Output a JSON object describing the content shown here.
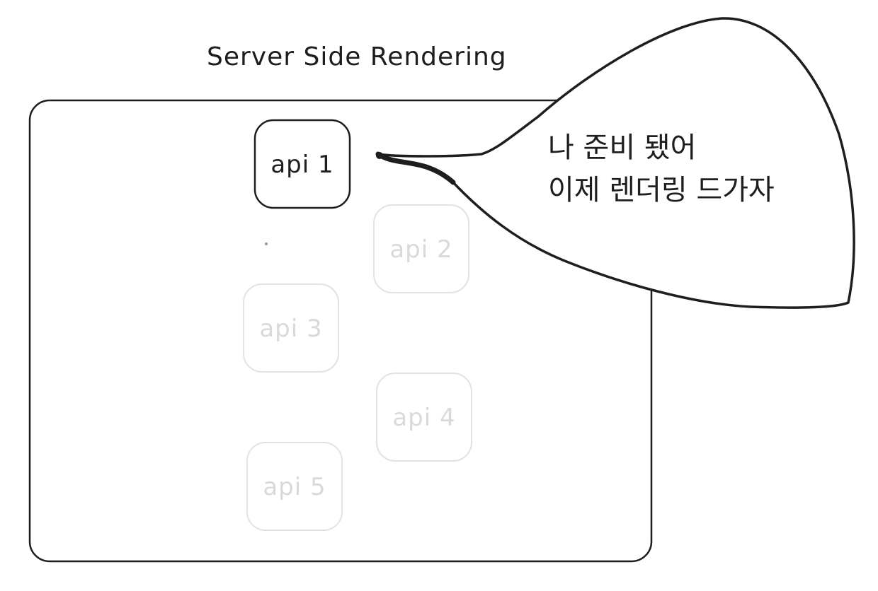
{
  "title": "Server Side Rendering",
  "api_boxes": [
    {
      "label": "api 1",
      "state": "active"
    },
    {
      "label": "api 2",
      "state": "faded"
    },
    {
      "label": "api 3",
      "state": "faded"
    },
    {
      "label": "api 4",
      "state": "faded"
    },
    {
      "label": "api 5",
      "state": "faded"
    }
  ],
  "speech_bubble": {
    "line1": "나 준비 됐어",
    "line2": "이제 렌더링 드가자"
  },
  "colors": {
    "stroke": "#1e1e1e",
    "faded_stroke": "#e2e2e2",
    "faded_text": "#d9d9d9",
    "background": "#ffffff"
  }
}
